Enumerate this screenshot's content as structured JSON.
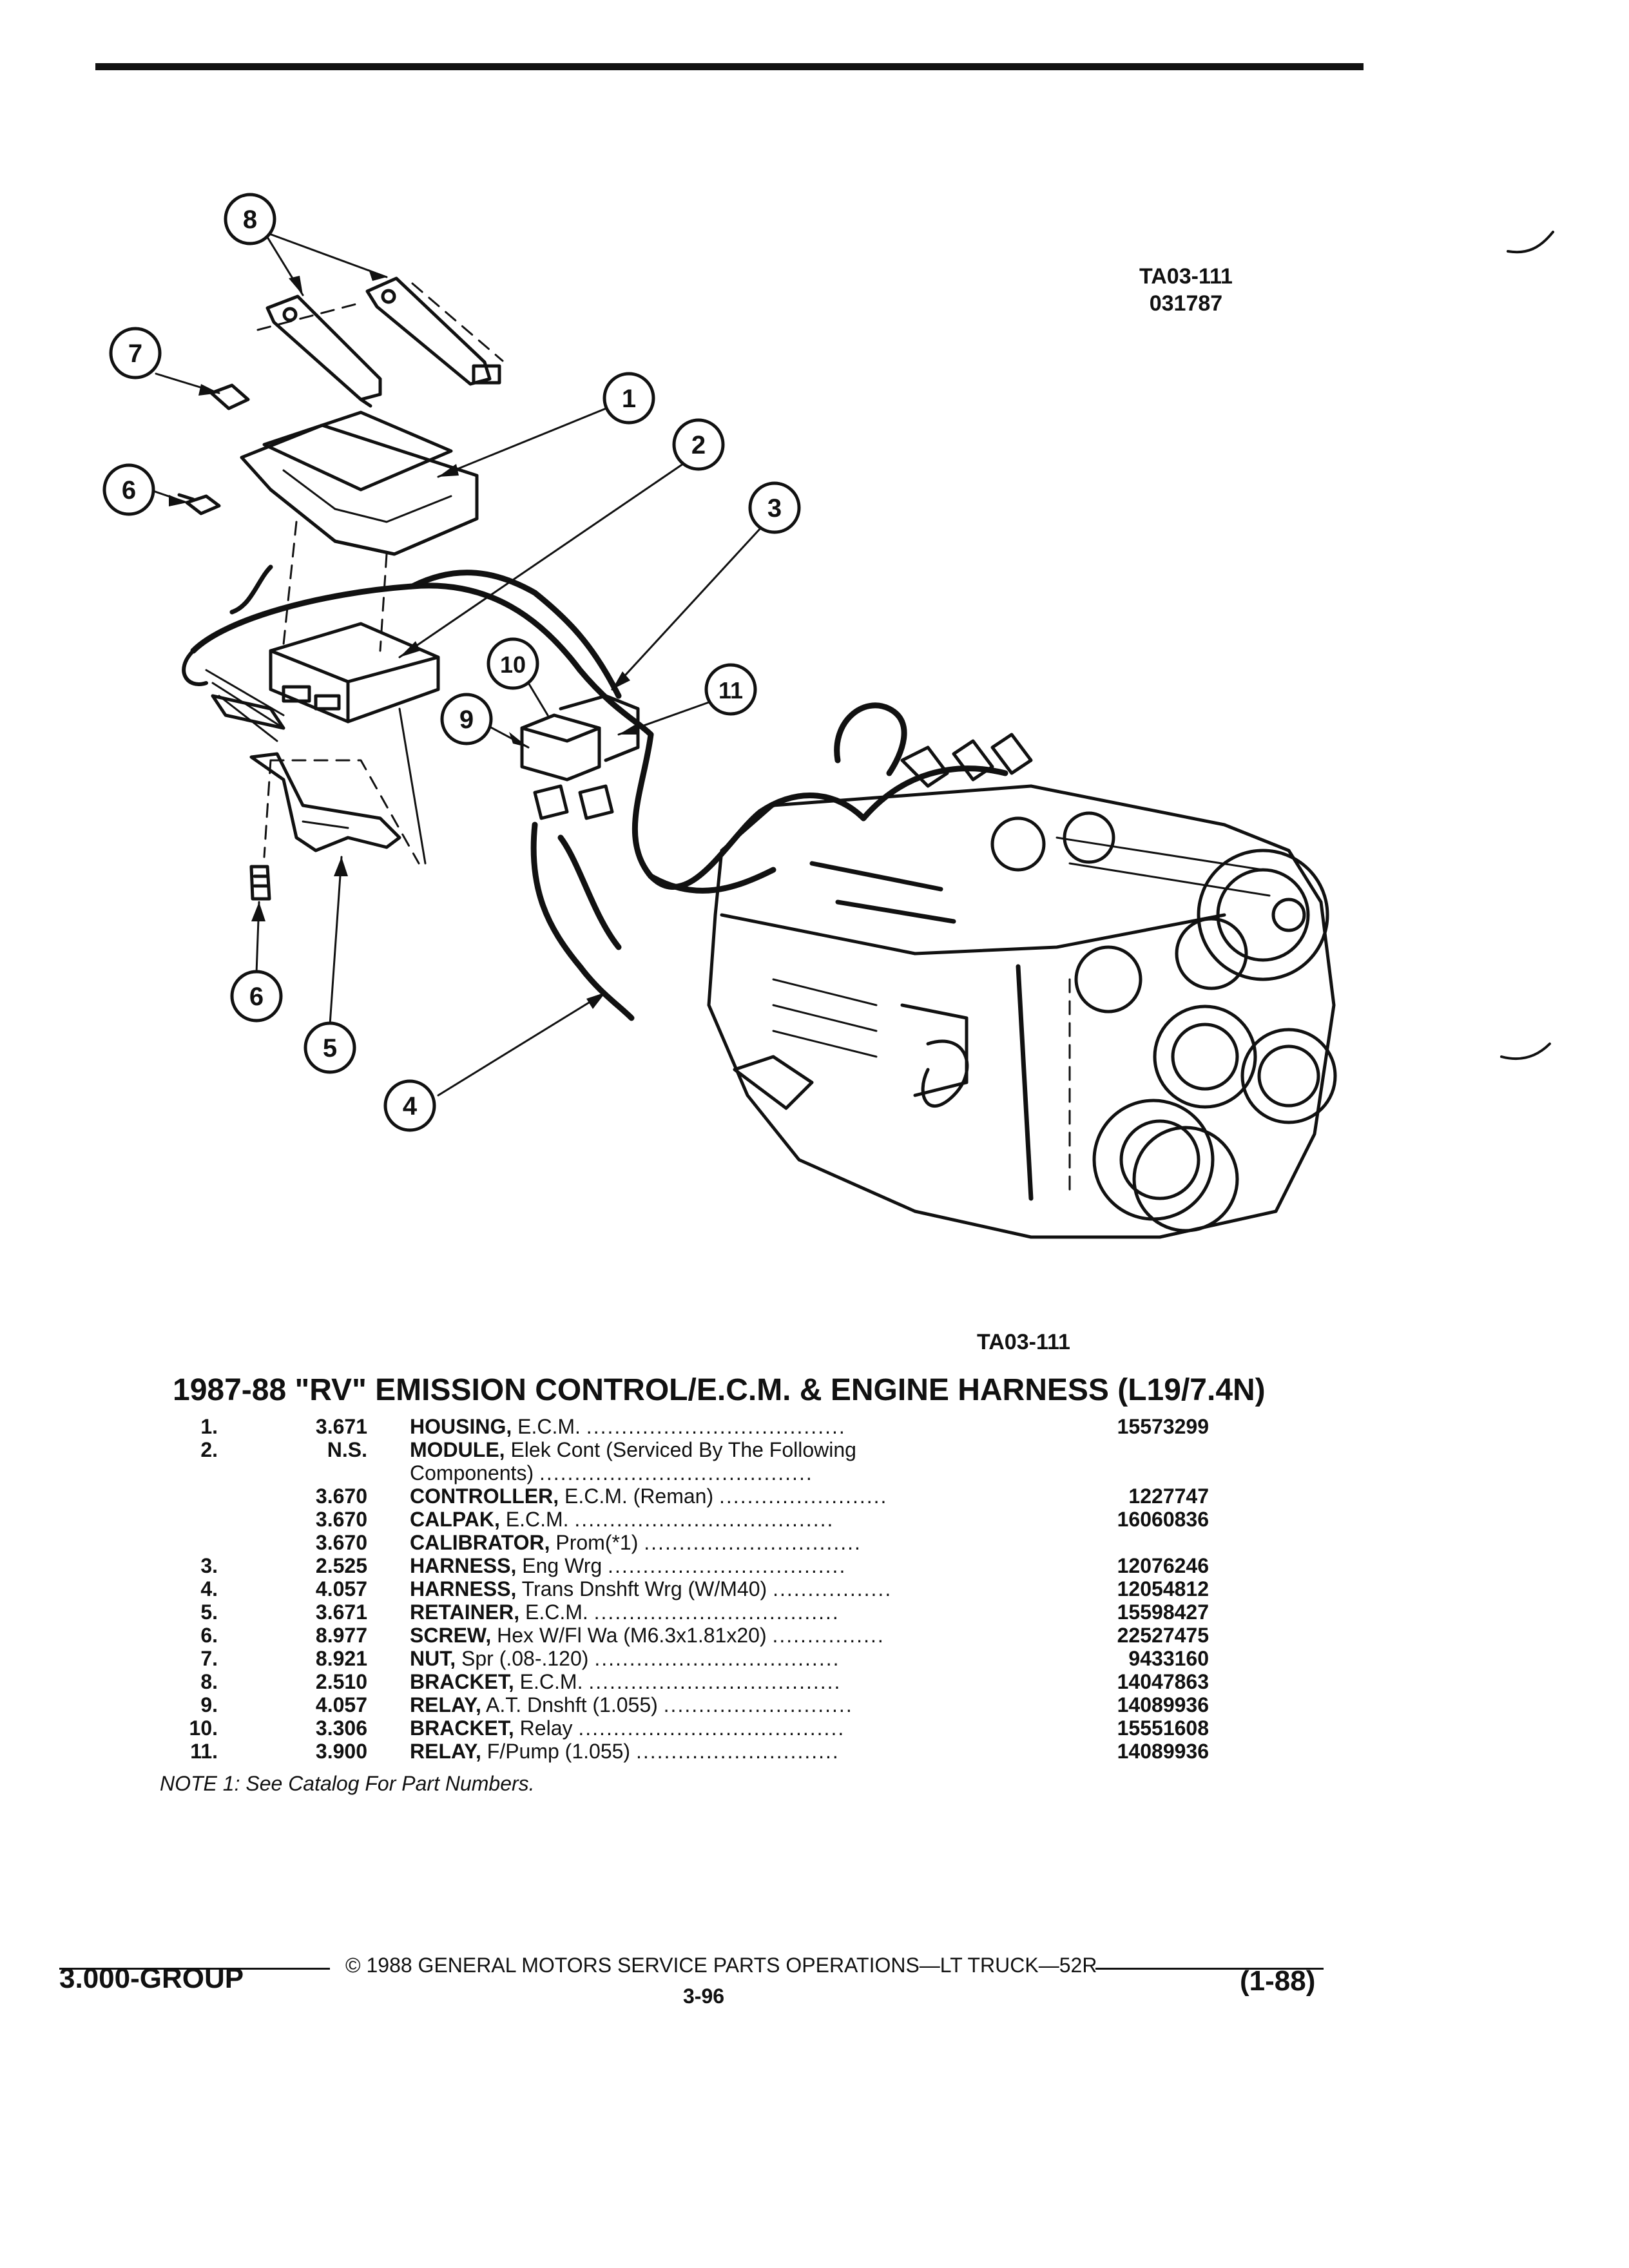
{
  "figure": {
    "ref_code": "TA03-111",
    "ref_date": "031787",
    "callouts": [
      "1",
      "2",
      "3",
      "4",
      "5",
      "6",
      "7",
      "8",
      "9",
      "10",
      "11"
    ]
  },
  "title": "1987-88 \"RV\" EMISSION CONTROL/E.C.M. & ENGINE HARNESS (L19/7.4N)",
  "parts": [
    {
      "num": "1.",
      "code": "3.671",
      "name": "HOUSING,",
      "desc": " E.C.M.",
      "dots": ".....................................",
      "part_no": "15573299"
    },
    {
      "num": "2.",
      "code": "N.S.",
      "name": "MODULE,",
      "desc": " Elek Cont (Serviced By The Following",
      "dots": "",
      "part_no": ""
    },
    {
      "num": "",
      "code": "",
      "name": "",
      "desc": "Components)",
      "dots": ".......................................",
      "part_no": ""
    },
    {
      "num": "",
      "code": "3.670",
      "name": "CONTROLLER,",
      "desc": " E.C.M. (Reman)",
      "dots": "........................",
      "part_no": "1227747"
    },
    {
      "num": "",
      "code": "3.670",
      "name": "CALPAK,",
      "desc": " E.C.M.",
      "dots": ".....................................",
      "part_no": "16060836"
    },
    {
      "num": "",
      "code": "3.670",
      "name": "CALIBRATOR,",
      "desc": " Prom(*1)",
      "dots": "...............................",
      "part_no": ""
    },
    {
      "num": "3.",
      "code": "2.525",
      "name": "HARNESS,",
      "desc": " Eng Wrg",
      "dots": "..................................",
      "part_no": "12076246"
    },
    {
      "num": "4.",
      "code": "4.057",
      "name": "HARNESS,",
      "desc": " Trans Dnshft Wrg (W/M40)",
      "dots": ".................",
      "part_no": "12054812"
    },
    {
      "num": "5.",
      "code": "3.671",
      "name": "RETAINER,",
      "desc": " E.C.M.",
      "dots": "...................................",
      "part_no": "15598427"
    },
    {
      "num": "6.",
      "code": "8.977",
      "name": "SCREW,",
      "desc": " Hex W/Fl Wa (M6.3x1.81x20)",
      "dots": "................",
      "part_no": "22527475"
    },
    {
      "num": "7.",
      "code": "8.921",
      "name": "NUT,",
      "desc": " Spr (.08-.120)",
      "dots": "...................................",
      "part_no": "9433160"
    },
    {
      "num": "8.",
      "code": "2.510",
      "name": "BRACKET,",
      "desc": " E.C.M.",
      "dots": "....................................",
      "part_no": "14047863"
    },
    {
      "num": "9.",
      "code": "4.057",
      "name": "RELAY,",
      "desc": " A.T. Dnshft (1.055)",
      "dots": "...........................",
      "part_no": "14089936"
    },
    {
      "num": "10.",
      "code": "3.306",
      "name": "BRACKET,",
      "desc": " Relay",
      "dots": "......................................",
      "part_no": "15551608"
    },
    {
      "num": "11.",
      "code": "3.900",
      "name": "RELAY,",
      "desc": " F/Pump (1.055)",
      "dots": ".............................",
      "part_no": "14089936"
    }
  ],
  "note": "NOTE 1: See Catalog For Part Numbers.",
  "footer": {
    "copyright": "© 1988 GENERAL MOTORS SERVICE PARTS OPERATIONS—LT TRUCK—52R",
    "group": "3.000-GROUP",
    "page": "3-96",
    "date": "(1-88)"
  }
}
